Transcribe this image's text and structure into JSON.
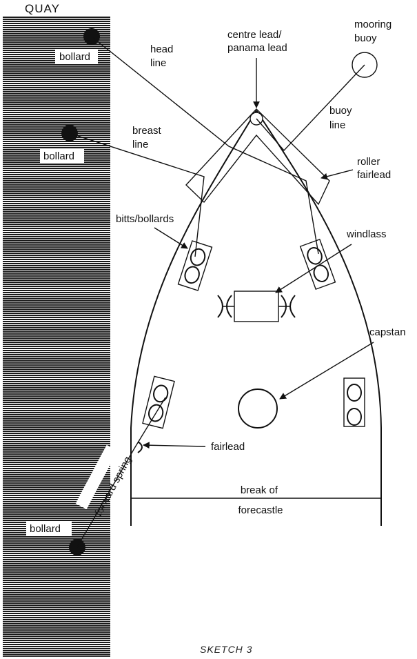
{
  "quay": {
    "title": "QUAY"
  },
  "labels": {
    "bollard_1": "bollard",
    "bollard_2": "bollard",
    "bollard_3": "bollard",
    "head_line": [
      "head",
      "line"
    ],
    "centre_lead": [
      "centre lead/",
      "panama lead"
    ],
    "mooring_buoy": [
      "mooring",
      "buoy"
    ],
    "buoy_line": [
      "buoy",
      "line"
    ],
    "breast_line": [
      "breast",
      "line"
    ],
    "roller_fairlead": [
      "roller",
      "fairlead"
    ],
    "bitts_bollards": "bitts/bollards",
    "windlass": "windlass",
    "capstan": "capstan",
    "fairlead": "fairlead",
    "forward_spring": "forward spring",
    "break_of_forecastle": [
      "break of",
      "forecastle"
    ]
  },
  "caption": "SKETCH 3"
}
